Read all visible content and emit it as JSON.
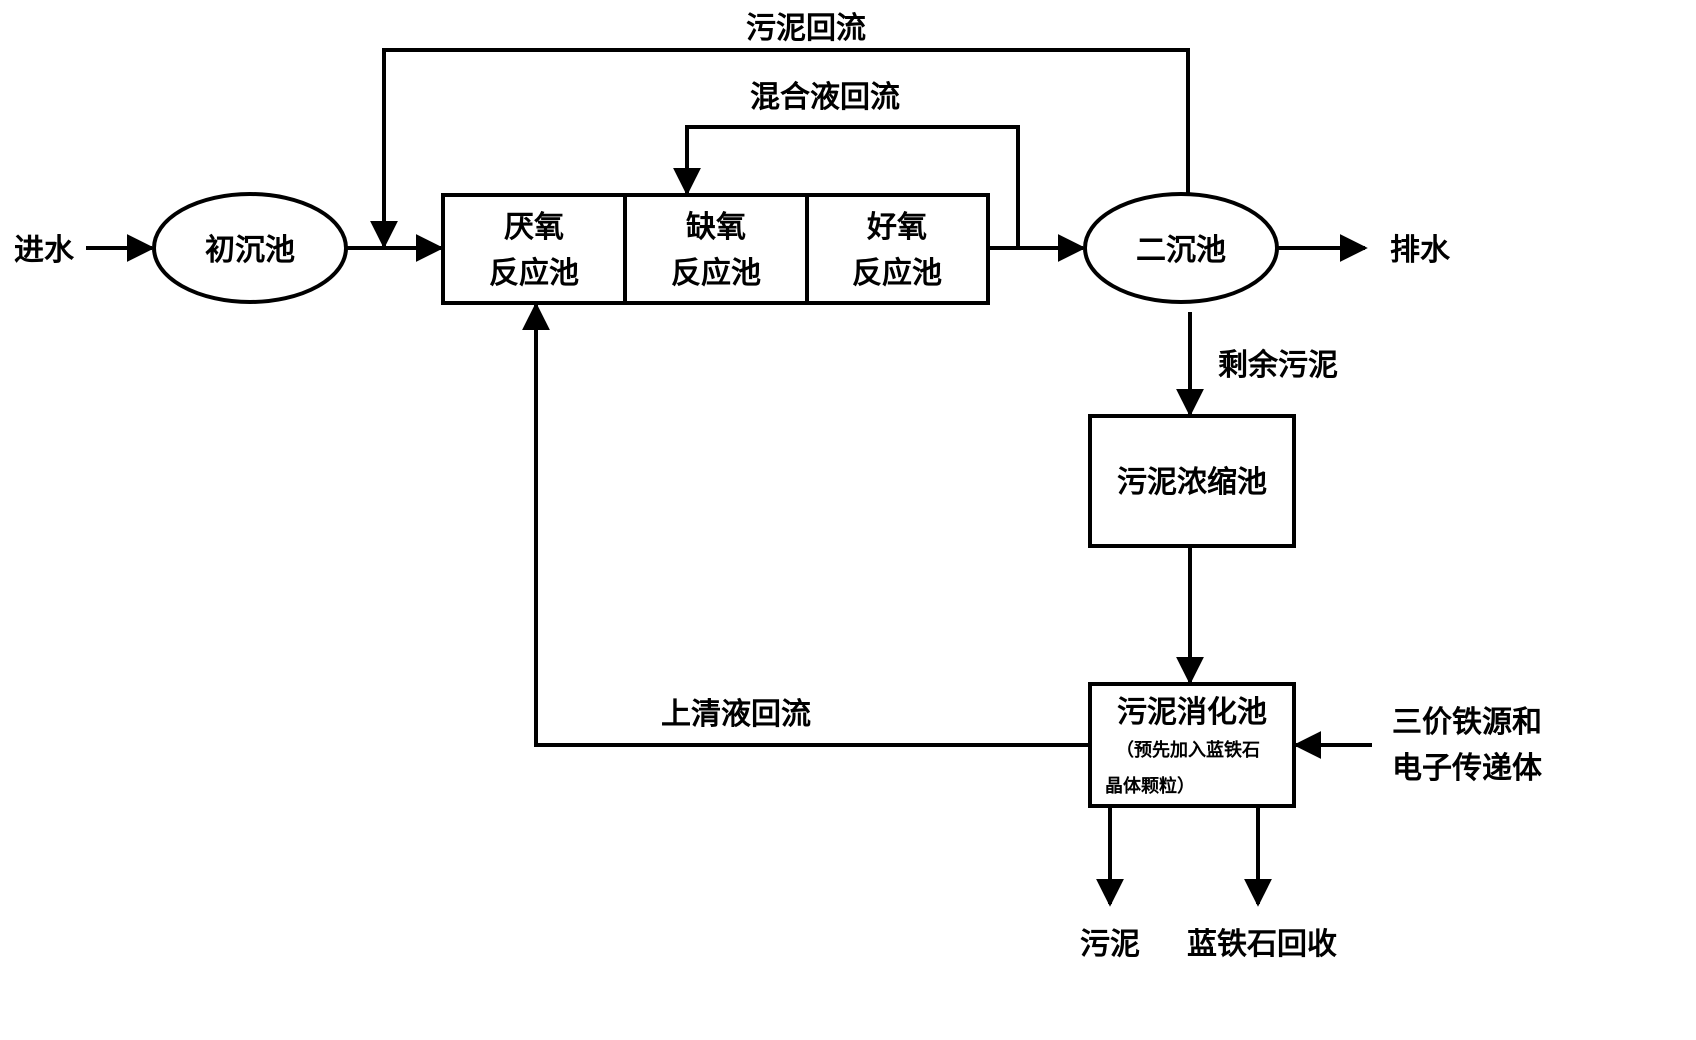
{
  "labels": {
    "inflow": "进水",
    "outflow": "排水",
    "sludge_return": "污泥回流",
    "mixed_liquor_return": "混合液回流",
    "excess_sludge": "剩余污泥",
    "supernatant_return": "上清液回流",
    "sludge_out": "污泥",
    "vivianite_recovery": "蓝铁石回收"
  },
  "nodes": {
    "primary_clarifier": "初沉池",
    "secondary_clarifier": "二沉池",
    "anaerobic": {
      "line1": "厌氧",
      "line2": "反应池"
    },
    "anoxic": {
      "line1": "缺氧",
      "line2": "反应池"
    },
    "aerobic": {
      "line1": "好氧",
      "line2": "反应池"
    },
    "thickener": "污泥浓缩池",
    "digester": {
      "title": "污泥消化池",
      "note_line1": "（预先加入蓝铁石",
      "note_line2": "晶体颗粒）"
    },
    "iron_source": {
      "line1": "三价铁源和",
      "line2": "电子传递体"
    }
  }
}
